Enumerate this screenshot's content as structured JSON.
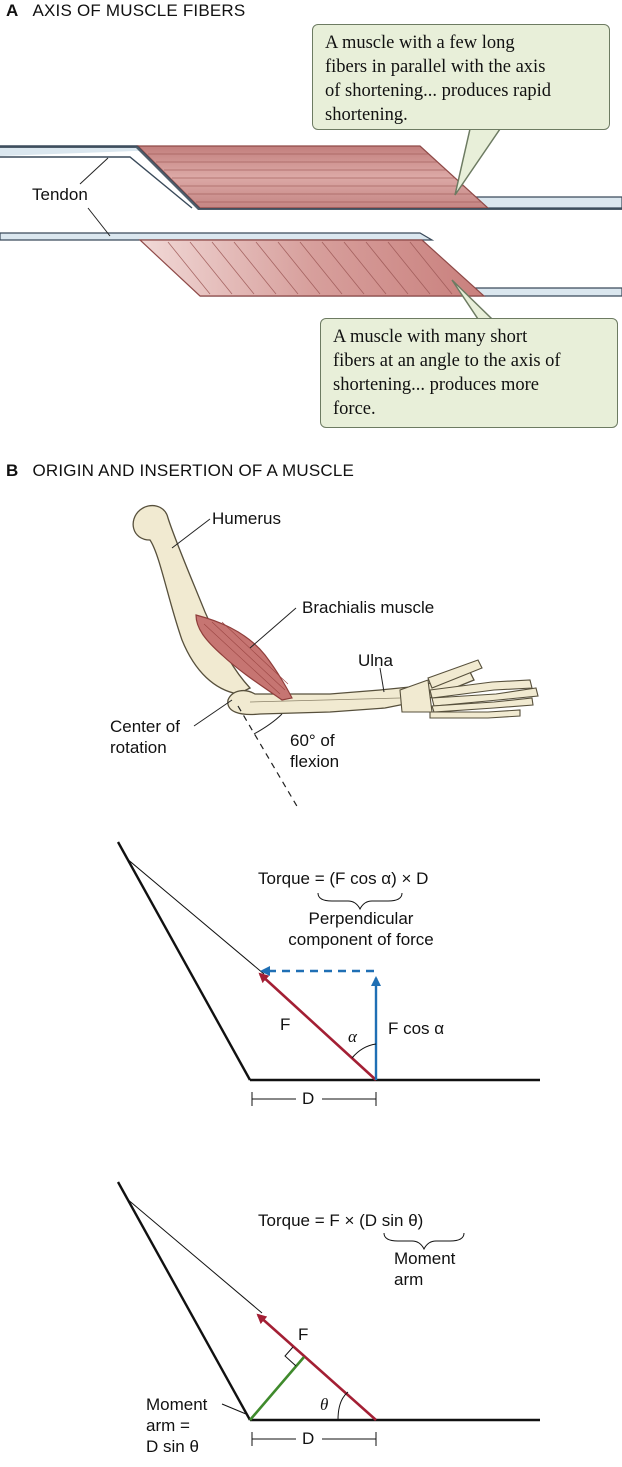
{
  "section_a": {
    "letter": "A",
    "title": "AXIS OF MUSCLE FIBERS",
    "callout_top": [
      "A muscle with a few long",
      "fibers in parallel with the axis",
      "of shortening... produces rapid",
      "shortening."
    ],
    "callout_bottom": [
      "A muscle with many short",
      "fibers at an angle to the axis of",
      "shortening... produces more",
      "force."
    ],
    "tendon_label": "Tendon",
    "colors": {
      "muscle": "#c98c8a",
      "muscle_dark": "#8f4a48",
      "callout_bg": "#e8efd9",
      "tendon": "#dce7f0"
    }
  },
  "section_b": {
    "letter": "B",
    "title": "ORIGIN AND INSERTION OF A MUSCLE",
    "arm_labels": {
      "humerus": "Humerus",
      "brachialis": "Brachialis muscle",
      "ulna": "Ulna",
      "center": [
        "Center of",
        "rotation"
      ],
      "flexion": [
        "60° of",
        "flexion"
      ]
    },
    "torque1": {
      "equation": "Torque = (F cos α) × D",
      "brace_label": [
        "Perpendicular",
        "component of force"
      ],
      "force": "F",
      "angle": "α",
      "component": "F cos α",
      "distance": "D"
    },
    "torque2": {
      "equation": "Torque = F × (D sin θ)",
      "brace_label": [
        "Moment",
        "arm"
      ],
      "force": "F",
      "angle": "θ",
      "moment_arm": [
        "Moment",
        "arm =",
        "D sin θ"
      ],
      "distance": "D"
    },
    "colors": {
      "force": "#a31f34",
      "component": "#1f6fb4",
      "moment": "#3f8a2c"
    }
  }
}
